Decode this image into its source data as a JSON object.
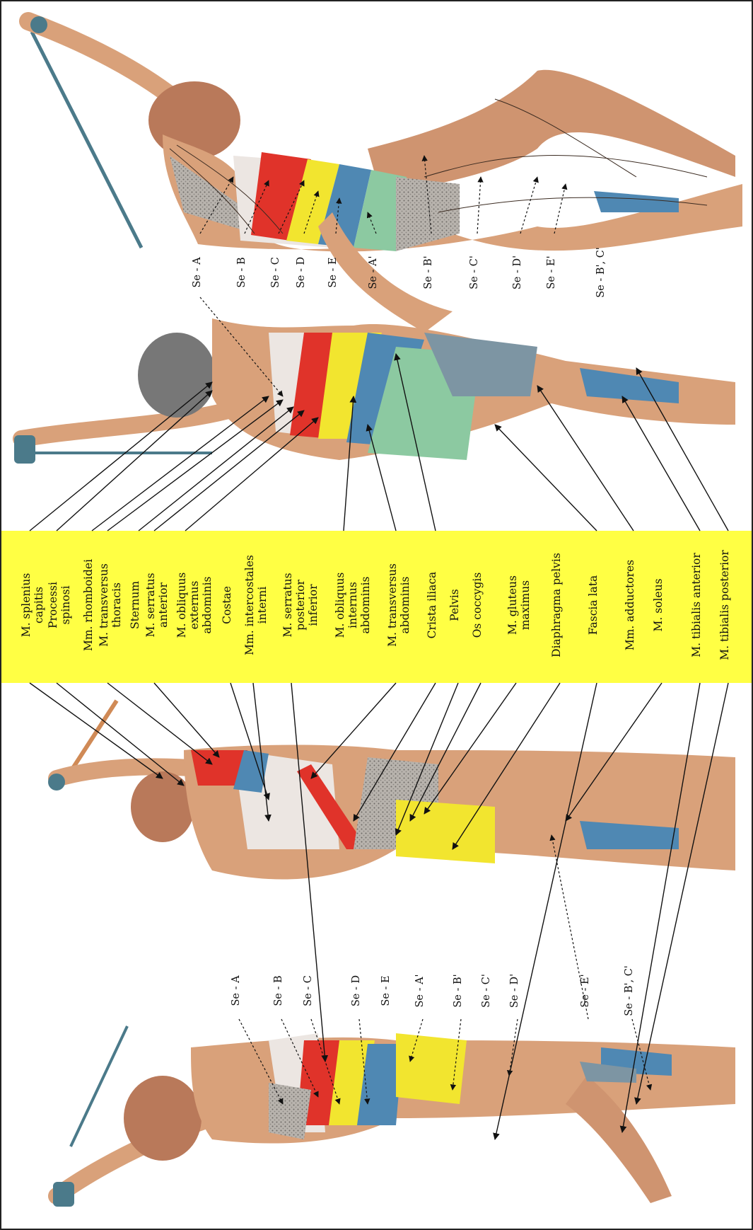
{
  "title": "",
  "colors": {
    "band": "#ffff44",
    "skin": "#d9a17a",
    "skin_shade": "#b9795a",
    "red": "#e0332a",
    "yellow": "#f2e52f",
    "blue": "#4f88b3",
    "green": "#8cc9a1",
    "grey_blue": "#7d95a3",
    "pale": "#ece6e2",
    "dotted": "#8f8f8f",
    "band_cable": "#4b7a8a",
    "orange_cable": "#d08a56"
  },
  "muscle_labels": [
    "M. splenius capitis",
    "Processi spinosi",
    "Mm. rhomboidei",
    "M. transversus thoracis",
    "Sternum",
    "M. serratus anterior",
    "M. obliquus externus abdominis",
    "Costae",
    "Mm. intercostales interni",
    "M. serratus posterior inferior",
    "M. obliquus internus abdominis",
    "M. transversus abdominis",
    "Crista iliaca",
    "Pelvis",
    "Os coccygis",
    "M. gluteus maximus",
    "Diaphragma pelvis",
    "Fascia lata",
    "Mm. adductores",
    "M. soleus",
    "M. tibialis anterior",
    "M. tibialis posterior"
  ],
  "segment_labels_top": [
    "Se - A",
    "Se - B",
    "Se - C",
    "Se - D",
    "Se - E",
    "Se - A'",
    "Se - B'",
    "Se - C'",
    "Se - D'",
    "Se - E'",
    "Se - B', C'"
  ],
  "segment_labels_bottom": [
    "Se - A",
    "Se - B",
    "Se - C",
    "Se - D",
    "Se - E",
    "Se - A'",
    "Se - B'",
    "Se - C'",
    "Se - D'",
    "Se - E'",
    "Se - B', C'"
  ]
}
